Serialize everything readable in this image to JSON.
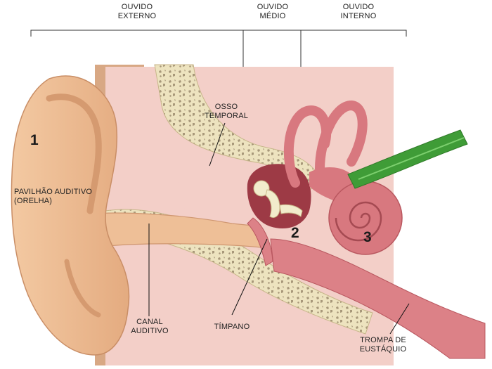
{
  "sections": {
    "outer": [
      "OUVIDO",
      "EXTERNO"
    ],
    "middle": [
      "OUVIDO",
      "MÉDIO"
    ],
    "inner": [
      "OUVIDO",
      "INTERNO"
    ]
  },
  "labels": {
    "temporal_bone": [
      "OSSO",
      "TEMPORAL"
    ],
    "pinna": [
      "PAVILHÃO AUDITIVO",
      "(ORELHA)"
    ],
    "canal": [
      "CANAL",
      "AUDITIVO"
    ],
    "eardrum": "TÍMPANO",
    "eustachian": [
      "TROMPA DE",
      "EUSTÁQUIO"
    ]
  },
  "numbers": {
    "one": "1",
    "two": "2",
    "three": "3"
  },
  "colors": {
    "skin": "#eebf97",
    "skin_dark": "#d89c72",
    "flesh_pink": "#f3cfc8",
    "bone": "#ede3bf",
    "bone_dots": "#a8987a",
    "tube_red": "#dc8187",
    "cavity_dark": "#9d3a45",
    "cochlea": "#d8787f",
    "nerve_green": "#3f9c37",
    "ossicle": "#f2eccc"
  }
}
